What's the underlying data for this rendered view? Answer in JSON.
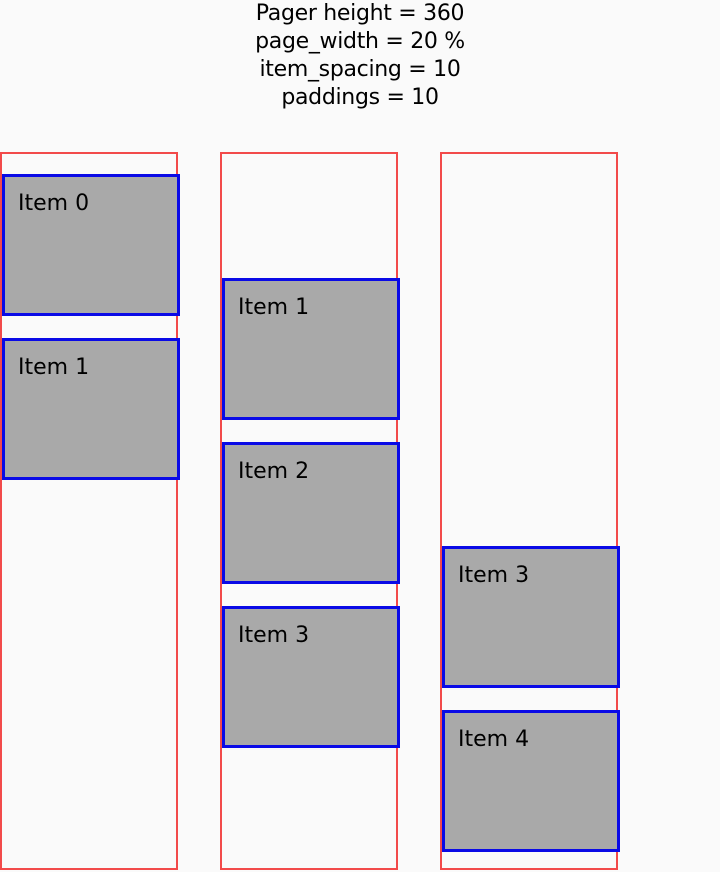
{
  "caption": [
    "Pager height = 360",
    "page_width = 20 %",
    "item_spacing = 10",
    "paddings = 10"
  ],
  "colors": {
    "background": "#fafafa",
    "pager_border": "#f24a4a",
    "item_fill": "#a9a9a9",
    "item_border": "#0a0ae6"
  },
  "pagers": [
    {
      "items": [
        "Item 0",
        "Item 1"
      ]
    },
    {
      "items": [
        "Item 1",
        "Item 2",
        "Item 3"
      ]
    },
    {
      "items": [
        "Item 3",
        "Item 4"
      ]
    }
  ]
}
